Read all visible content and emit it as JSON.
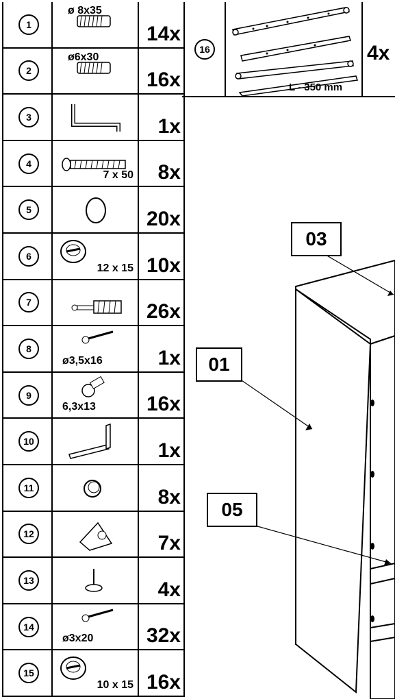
{
  "parts": [
    {
      "num": "1",
      "label": "ø 8x35",
      "qty": "14x",
      "icon": "dowel-icon"
    },
    {
      "num": "2",
      "label": "ø6x30",
      "qty": "16x",
      "icon": "dowel-icon"
    },
    {
      "num": "3",
      "label": "",
      "qty": "1x",
      "icon": "allen-key-icon"
    },
    {
      "num": "4",
      "label": "7 x 50",
      "qty": "8x",
      "icon": "confirmat-screw-icon"
    },
    {
      "num": "5",
      "label": "",
      "qty": "20x",
      "icon": "cover-cap-icon"
    },
    {
      "num": "6",
      "label": "12 x 15",
      "qty": "10x",
      "icon": "cam-lock-icon"
    },
    {
      "num": "7",
      "label": "",
      "qty": "26x",
      "icon": "connector-bolt-icon"
    },
    {
      "num": "8",
      "label": "ø3,5x16",
      "qty": "1x",
      "icon": "wood-screw-icon"
    },
    {
      "num": "9",
      "label": "6,3x13",
      "qty": "16x",
      "icon": "euro-screw-icon"
    },
    {
      "num": "10",
      "label": "",
      "qty": "1x",
      "icon": "angle-bracket-icon"
    },
    {
      "num": "11",
      "label": "",
      "qty": "8x",
      "icon": "furniture-glide-icon"
    },
    {
      "num": "12",
      "label": "",
      "qty": "7x",
      "icon": "corner-block-icon"
    },
    {
      "num": "13",
      "label": "",
      "qty": "4x",
      "icon": "nail-glide-icon"
    },
    {
      "num": "14",
      "label": "ø3x20",
      "qty": "32x",
      "icon": "wood-screw-icon"
    },
    {
      "num": "15",
      "label": "10 x 15",
      "qty": "16x",
      "icon": "cam-lock-icon"
    }
  ],
  "rails": {
    "num": "16",
    "label": "L - 350 mm",
    "qty": "4x",
    "icon": "drawer-slide-icon"
  },
  "callouts": {
    "top": "03",
    "side": "01",
    "drawer": "05"
  }
}
